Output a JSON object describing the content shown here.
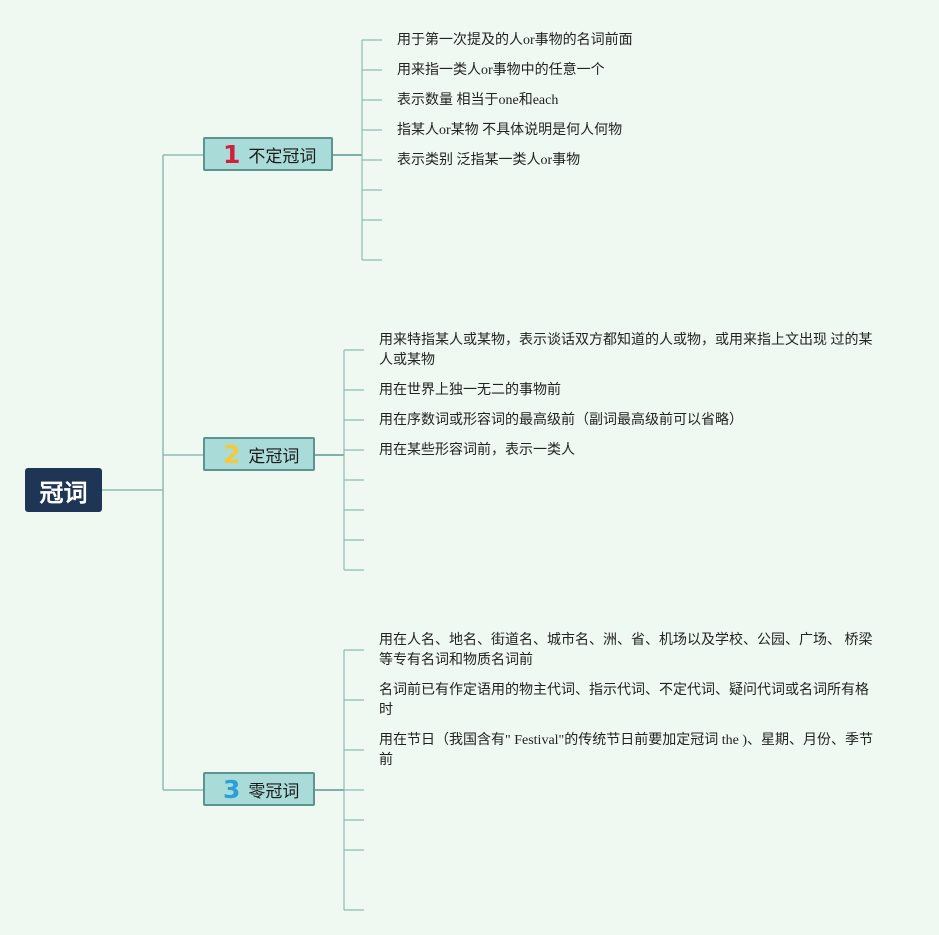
{
  "root": {
    "label": "冠词"
  },
  "branches": [
    {
      "number": "1",
      "number_color": "#d0213c",
      "label": "不定冠词",
      "items": [
        "用于第一次提及的人or事物的名词前面",
        "用来指一类人or事物中的任意一个",
        "表示数量 相当于one和each",
        "指某人or某物 不具体说明是何人何物",
        "表示类别 泛指某一类人or事物"
      ]
    },
    {
      "number": "2",
      "number_color": "#f5c93a",
      "label": "定冠词",
      "items": [
        "用来特指某人或某物，表示谈话双方都知道的人或物，或用来指上文出现 过的某人或某物",
        "用在世界上独一无二的事物前",
        "用在序数词或形容词的最高级前（副词最高级前可以省略）",
        "用在某些形容词前，表示一类人"
      ]
    },
    {
      "number": "3",
      "number_color": "#2a9fd8",
      "label": "零冠词",
      "items": [
        "用在人名、地名、街道名、城市名、洲、省、机场以及学校、公园、广场、 桥梁等专有名词和物质名词前",
        "名词前已有作定语用的物主代词、指示代词、不定代词、疑问代词或名词所有格时",
        "用在节日（我国含有\" Festival\"的传统节日前要加定冠词 the )、星期、月份、季节前"
      ]
    }
  ],
  "colors": {
    "background": "#f0f9f1",
    "root_fill": "#1f3555",
    "branch_fill": "#a9dbd9",
    "branch_border": "#5c958f",
    "line": "#8cbcb3"
  }
}
